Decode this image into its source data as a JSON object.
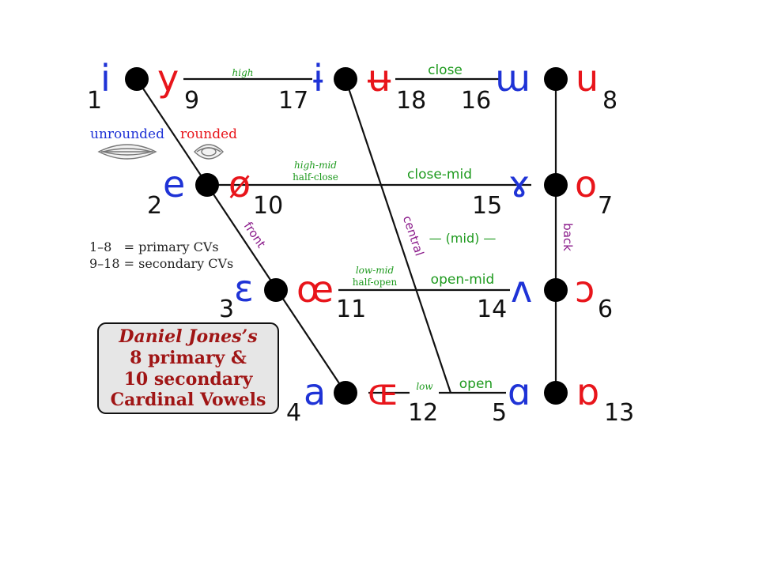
{
  "diagram": {
    "vowels": {
      "v1": "i",
      "v9": "y",
      "v17": "ɨ",
      "v18": "ʉ",
      "v16": "ɯ",
      "v8": "u",
      "v2": "e",
      "v10": "ø",
      "v15": "ɤ",
      "v7": "o",
      "v3": "ɛ",
      "v11": "œ",
      "v14": "ʌ",
      "v6": "ɔ",
      "v4": "a",
      "v12": "ɶ",
      "v5": "ɑ",
      "v13": "ɒ"
    },
    "numbers": {
      "n1": "1",
      "n9": "9",
      "n17": "17",
      "n18": "18",
      "n16": "16",
      "n8": "8",
      "n2": "2",
      "n10": "10",
      "n15": "15",
      "n7": "7",
      "n3": "3",
      "n11": "11",
      "n14": "14",
      "n6": "6",
      "n4": "4",
      "n12": "12",
      "n5": "5",
      "n13": "13"
    },
    "levels": {
      "high": "high",
      "close": "close",
      "high_mid": "high-mid",
      "half_close": "half-close",
      "close_mid": "close-mid",
      "low_mid": "low-mid",
      "half_open": "half-open",
      "open_mid": "open-mid",
      "low": "low",
      "open": "open"
    },
    "positions": {
      "front": "front",
      "central": "central",
      "back": "back",
      "mid": "— (mid) —"
    },
    "lips": {
      "unrounded": "unrounded",
      "rounded": "rounded"
    },
    "key": {
      "line1": "1–8   = primary CVs",
      "line2": "9–18 = secondary CVs"
    },
    "title_box": {
      "line1": "Daniel Jones’s",
      "line2": "8 primary &",
      "line3": "10 secondary",
      "line4": "Cardinal Vowels"
    },
    "colors": {
      "unrounded": "#1f33d6",
      "rounded": "#e8151b",
      "levels": "#1e9a1e",
      "positions": "#8a1a8a",
      "title": "#a01515",
      "title_box_bg": "#e6e6e6"
    }
  }
}
